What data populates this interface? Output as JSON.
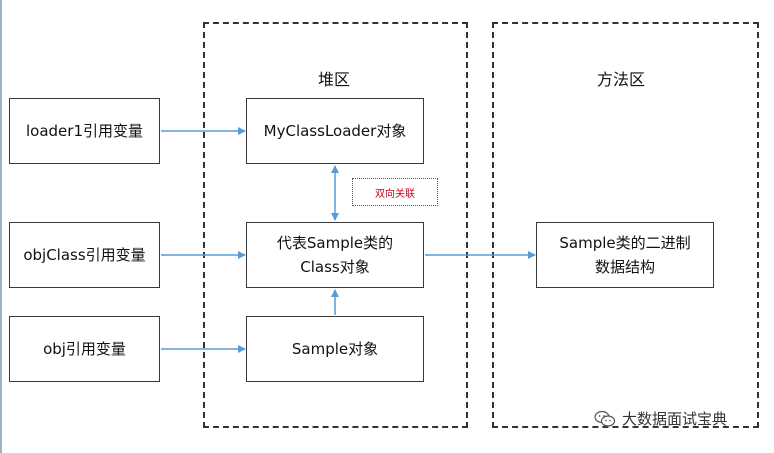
{
  "regions": {
    "heap_title": "堆区",
    "method_title": "方法区"
  },
  "variables": {
    "loader": "loader1引用变量",
    "objclass": "objClass引用变量",
    "obj": "obj引用变量"
  },
  "heap_objects": {
    "myclassloader": "MyClassLoader对象",
    "class_line1": "代表Sample类的",
    "class_line2": "Class对象",
    "sample": "Sample对象"
  },
  "method_area": {
    "line1": "Sample类的二进制",
    "line2": "数据结构"
  },
  "relation_note": "双向关联",
  "watermark": {
    "icon": "wechat-icon",
    "text": "大数据面试宝典"
  },
  "colors": {
    "arrow": "#5b9bd5",
    "note_text": "#d0021b"
  }
}
